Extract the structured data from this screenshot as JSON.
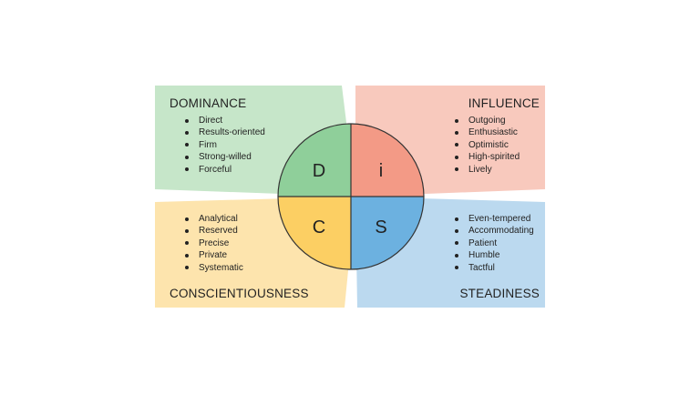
{
  "colors": {
    "dominance_panel": "#c6e6c9",
    "influence_panel": "#f8c9bd",
    "conscientiousness_panel": "#fde4ad",
    "steadiness_panel": "#bbd9ef",
    "d_quadrant": "#8fcf9a",
    "i_quadrant": "#f39a86",
    "c_quadrant": "#fccf63",
    "s_quadrant": "#6cb1e0",
    "outline": "#333333"
  },
  "quadrants": {
    "dominance": {
      "title": "DOMINANCE",
      "letter": "D",
      "traits": [
        "Direct",
        "Results-oriented",
        "Firm",
        "Strong-willed",
        "Forceful"
      ]
    },
    "influence": {
      "title": "INFLUENCE",
      "letter": "i",
      "traits": [
        "Outgoing",
        "Enthusiastic",
        "Optimistic",
        "High-spirited",
        "Lively"
      ]
    },
    "conscientiousness": {
      "title": "CONSCIENTIOUSNESS",
      "letter": "C",
      "traits": [
        "Analytical",
        "Reserved",
        "Precise",
        "Private",
        "Systematic"
      ]
    },
    "steadiness": {
      "title": "STEADINESS",
      "letter": "S",
      "traits": [
        "Even-tempered",
        "Accommodating",
        "Patient",
        "Humble",
        "Tactful"
      ]
    }
  }
}
